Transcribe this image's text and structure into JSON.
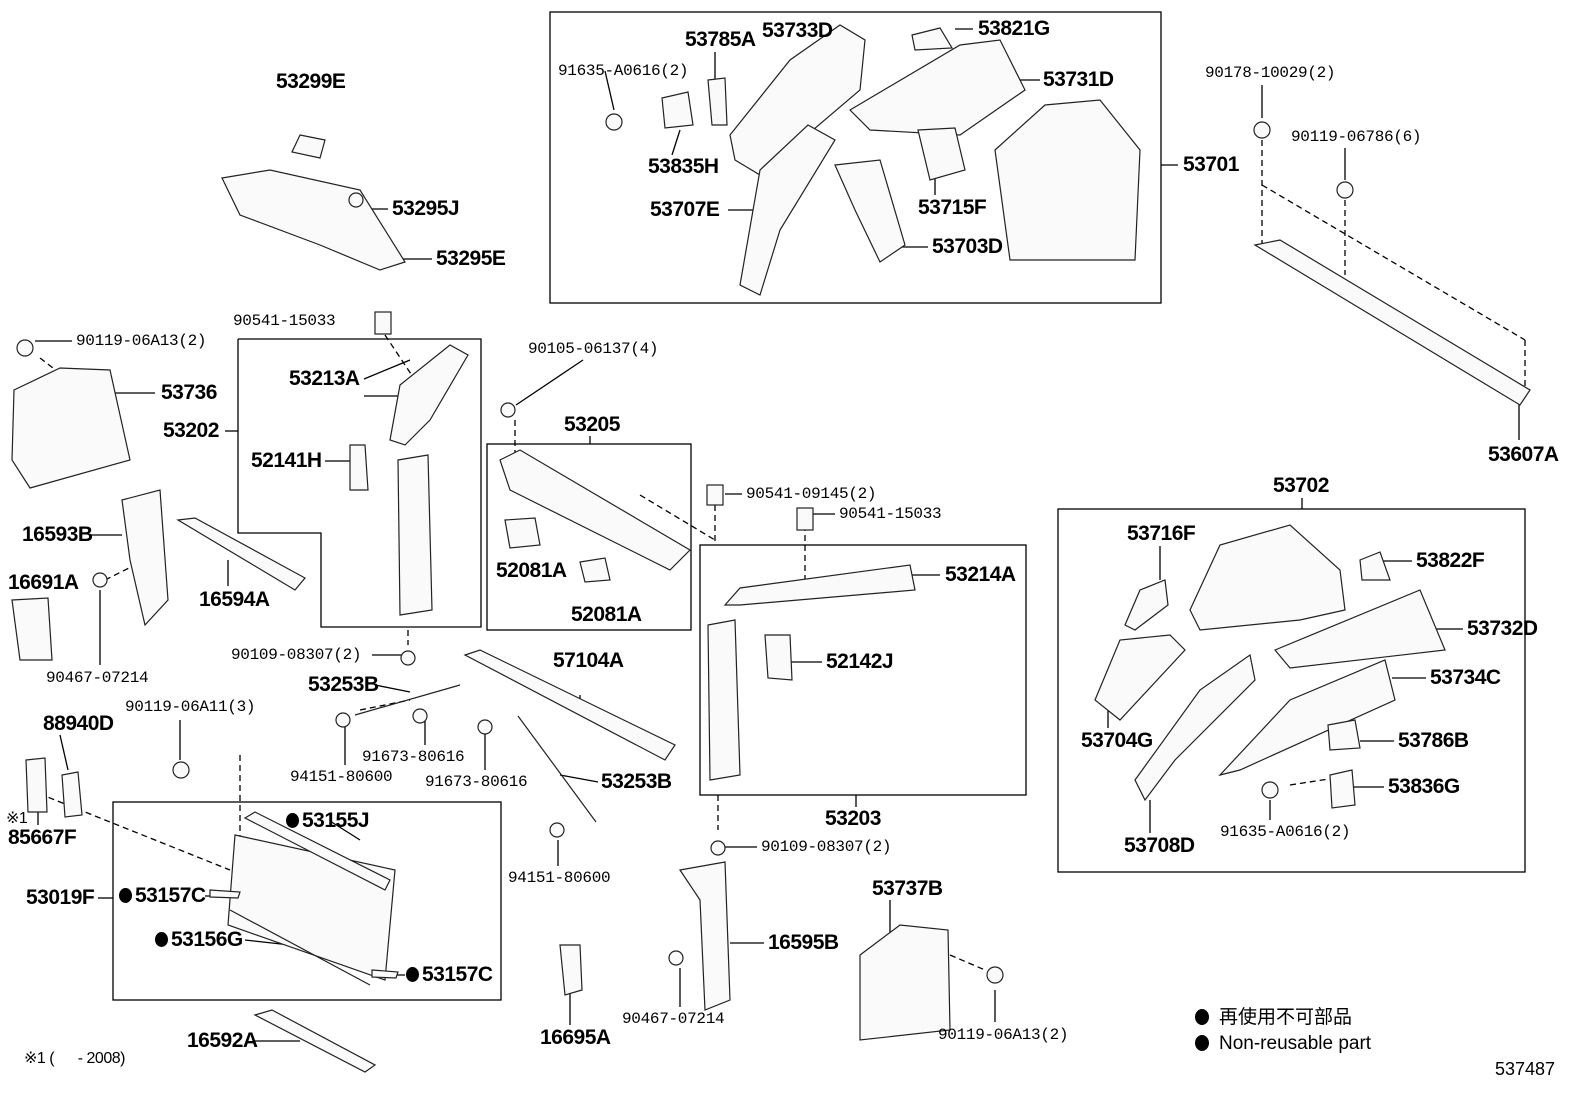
{
  "labels": [
    "53299E",
    "53295J",
    "53295E",
    "90119-06A13(2)",
    "53736",
    "53202",
    "90541-15033",
    "53213A",
    "52141H",
    "16593B",
    "16691A",
    "16594A",
    "90467-07214",
    "90109-08307(2)",
    "53253B",
    "90119-06A11(3)",
    "88940D",
    "※1",
    "85667F",
    "53155J",
    "53019F",
    "53157C",
    "53156G",
    "53157C",
    "16592A",
    "※1 (      - 2008)",
    "94151-80600",
    "91673-80616",
    "91673-80616",
    "57104A",
    "53253B",
    "94151-80600",
    "16695A",
    "90105-06137(4)",
    "53205",
    "52081A",
    "52081A",
    "90541-09145(2)",
    "90541-15033",
    "53214A",
    "52142J",
    "53203",
    "90109-08307(2)",
    "16595B",
    "90467-07214",
    "53737B",
    "90119-06A13(2)",
    "53785A",
    "53733D",
    "53821G",
    "91635-A0616(2)",
    "53731D",
    "53835H",
    "53701",
    "53707E",
    "53715F",
    "53703D",
    "90178-10029(2)",
    "90119-06786(6)",
    "53607A",
    "53702",
    "53716F",
    "53822F",
    "53732D",
    "53734C",
    "53704G",
    "53786B",
    "53836G",
    "91635-A0616(2)",
    "53708D"
  ],
  "legend": {
    "jp": "再使用不可部品",
    "en": "Non-reusable part"
  },
  "diagram_id": "537487"
}
